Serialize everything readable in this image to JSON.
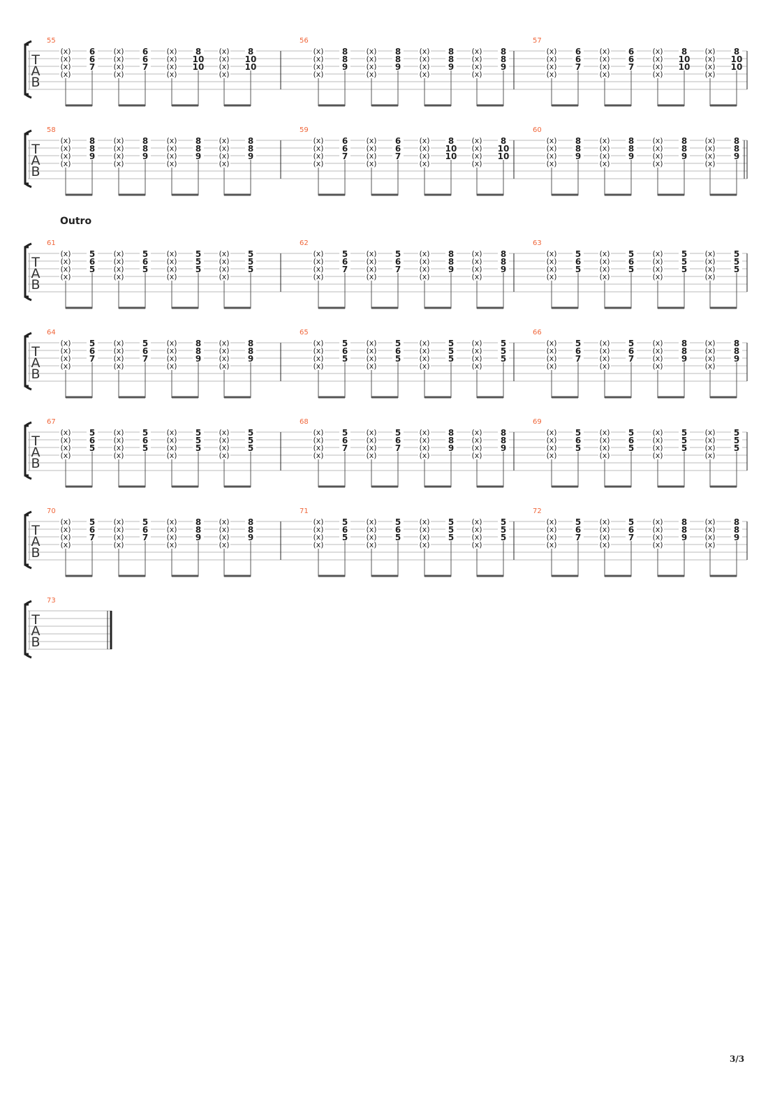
{
  "section_label": "Outro",
  "page_number": "3/3",
  "mute_label": "(x)",
  "tab_letters": [
    "T",
    "A",
    "B"
  ],
  "colors": {
    "measure_number": "#f0663a",
    "staff_line": "#bbbbbb",
    "ink": "#222222"
  },
  "systems": [
    {
      "measures": [
        {
          "number": "55",
          "beats": [
            [
              "6",
              "6",
              "7"
            ],
            [
              "6",
              "6",
              "7"
            ],
            [
              "8",
              "10",
              "10"
            ],
            [
              "8",
              "10",
              "10"
            ]
          ]
        },
        {
          "number": "56",
          "beats": [
            [
              "8",
              "8",
              "9"
            ],
            [
              "8",
              "8",
              "9"
            ],
            [
              "8",
              "8",
              "9"
            ],
            [
              "8",
              "8",
              "9"
            ]
          ]
        },
        {
          "number": "57",
          "beats": [
            [
              "6",
              "6",
              "7"
            ],
            [
              "6",
              "6",
              "7"
            ],
            [
              "8",
              "10",
              "10"
            ],
            [
              "8",
              "10",
              "10"
            ]
          ]
        }
      ],
      "end": "single"
    },
    {
      "measures": [
        {
          "number": "58",
          "beats": [
            [
              "8",
              "8",
              "9"
            ],
            [
              "8",
              "8",
              "9"
            ],
            [
              "8",
              "8",
              "9"
            ],
            [
              "8",
              "8",
              "9"
            ]
          ]
        },
        {
          "number": "59",
          "beats": [
            [
              "6",
              "6",
              "7"
            ],
            [
              "6",
              "6",
              "7"
            ],
            [
              "8",
              "10",
              "10"
            ],
            [
              "8",
              "10",
              "10"
            ]
          ]
        },
        {
          "number": "60",
          "beats": [
            [
              "8",
              "8",
              "9"
            ],
            [
              "8",
              "8",
              "9"
            ],
            [
              "8",
              "8",
              "9"
            ],
            [
              "8",
              "8",
              "9"
            ]
          ]
        }
      ],
      "end": "double"
    },
    {
      "measures": [
        {
          "number": "61",
          "beats": [
            [
              "5",
              "6",
              "5"
            ],
            [
              "5",
              "6",
              "5"
            ],
            [
              "5",
              "5",
              "5"
            ],
            [
              "5",
              "5",
              "5"
            ]
          ]
        },
        {
          "number": "62",
          "beats": [
            [
              "5",
              "6",
              "7"
            ],
            [
              "5",
              "6",
              "7"
            ],
            [
              "8",
              "8",
              "9"
            ],
            [
              "8",
              "8",
              "9"
            ]
          ]
        },
        {
          "number": "63",
          "beats": [
            [
              "5",
              "6",
              "5"
            ],
            [
              "5",
              "6",
              "5"
            ],
            [
              "5",
              "5",
              "5"
            ],
            [
              "5",
              "5",
              "5"
            ]
          ]
        }
      ],
      "end": "single"
    },
    {
      "measures": [
        {
          "number": "64",
          "beats": [
            [
              "5",
              "6",
              "7"
            ],
            [
              "5",
              "6",
              "7"
            ],
            [
              "8",
              "8",
              "9"
            ],
            [
              "8",
              "8",
              "9"
            ]
          ]
        },
        {
          "number": "65",
          "beats": [
            [
              "5",
              "6",
              "5"
            ],
            [
              "5",
              "6",
              "5"
            ],
            [
              "5",
              "5",
              "5"
            ],
            [
              "5",
              "5",
              "5"
            ]
          ]
        },
        {
          "number": "66",
          "beats": [
            [
              "5",
              "6",
              "7"
            ],
            [
              "5",
              "6",
              "7"
            ],
            [
              "8",
              "8",
              "9"
            ],
            [
              "8",
              "8",
              "9"
            ]
          ]
        }
      ],
      "end": "single"
    },
    {
      "measures": [
        {
          "number": "67",
          "beats": [
            [
              "5",
              "6",
              "5"
            ],
            [
              "5",
              "6",
              "5"
            ],
            [
              "5",
              "5",
              "5"
            ],
            [
              "5",
              "5",
              "5"
            ]
          ]
        },
        {
          "number": "68",
          "beats": [
            [
              "5",
              "6",
              "7"
            ],
            [
              "5",
              "6",
              "7"
            ],
            [
              "8",
              "8",
              "9"
            ],
            [
              "8",
              "8",
              "9"
            ]
          ]
        },
        {
          "number": "69",
          "beats": [
            [
              "5",
              "6",
              "5"
            ],
            [
              "5",
              "6",
              "5"
            ],
            [
              "5",
              "5",
              "5"
            ],
            [
              "5",
              "5",
              "5"
            ]
          ]
        }
      ],
      "end": "single"
    },
    {
      "measures": [
        {
          "number": "70",
          "beats": [
            [
              "5",
              "6",
              "7"
            ],
            [
              "5",
              "6",
              "7"
            ],
            [
              "8",
              "8",
              "9"
            ],
            [
              "8",
              "8",
              "9"
            ]
          ]
        },
        {
          "number": "71",
          "beats": [
            [
              "5",
              "6",
              "5"
            ],
            [
              "5",
              "6",
              "5"
            ],
            [
              "5",
              "5",
              "5"
            ],
            [
              "5",
              "5",
              "5"
            ]
          ]
        },
        {
          "number": "72",
          "beats": [
            [
              "5",
              "6",
              "7"
            ],
            [
              "5",
              "6",
              "7"
            ],
            [
              "8",
              "8",
              "9"
            ],
            [
              "8",
              "8",
              "9"
            ]
          ]
        }
      ],
      "end": "single"
    },
    {
      "measures": [
        {
          "number": "73",
          "beats": []
        }
      ],
      "end": "final"
    }
  ]
}
